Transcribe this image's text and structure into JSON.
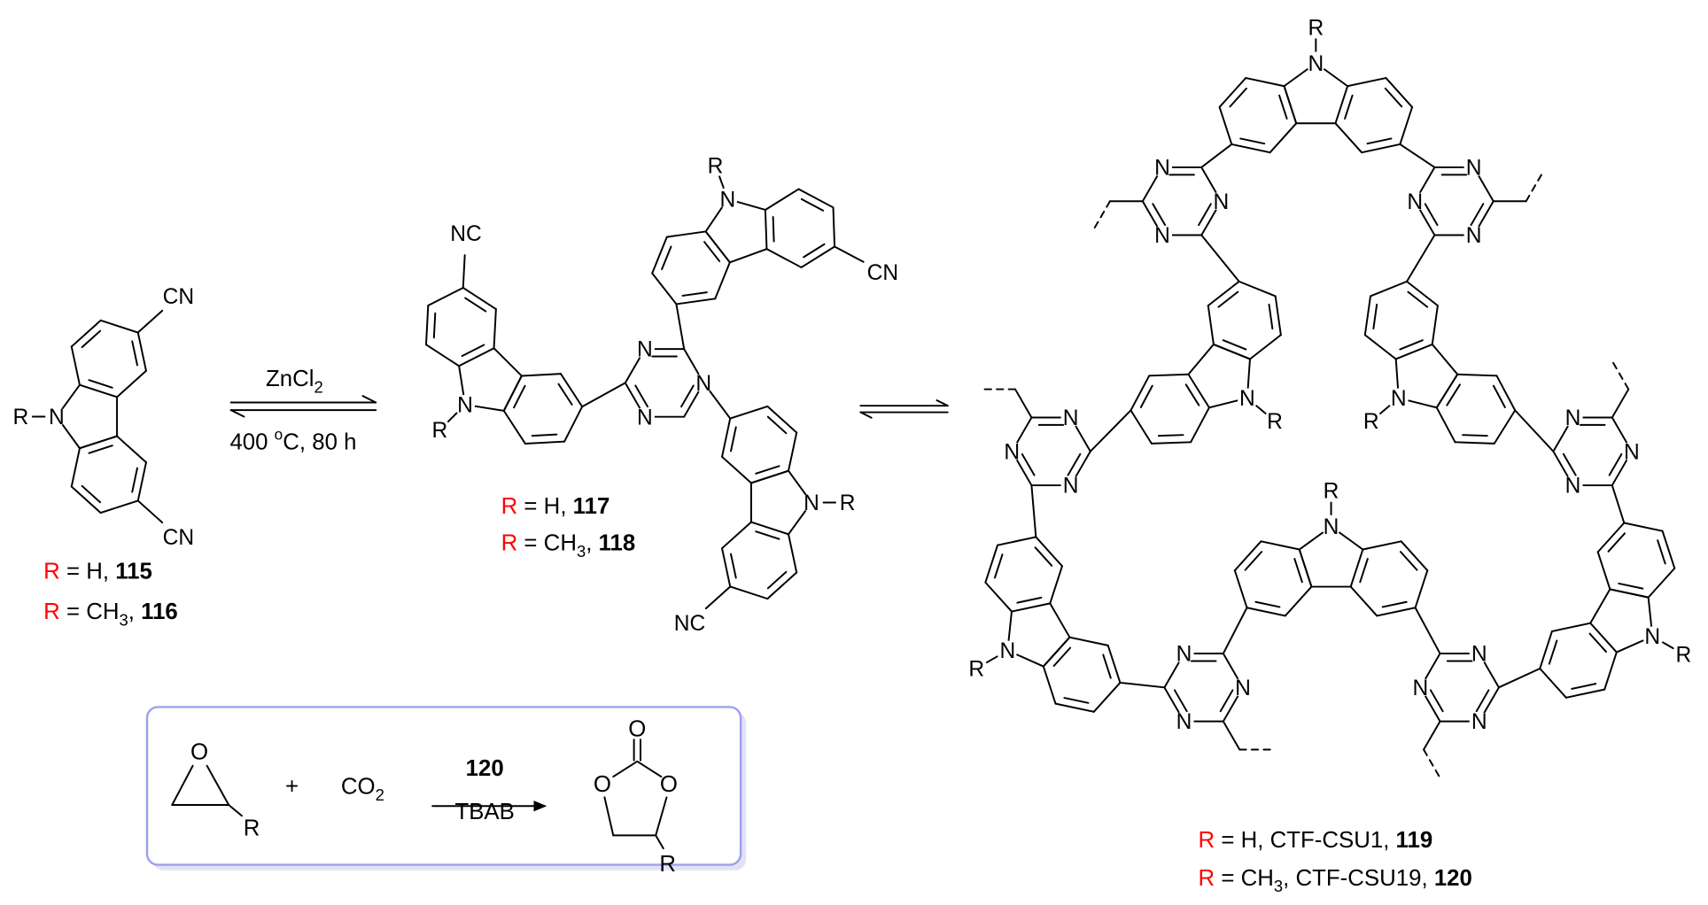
{
  "atoms": {
    "N": "N",
    "R": "R",
    "O": "O"
  },
  "groups": {
    "cn": "CN",
    "nc": "NC"
  },
  "colors": {
    "r_group": "#ff0000",
    "nitrogen": "#0000ff",
    "bond": "#000000",
    "inset_border": "#9fa0ee",
    "inset_shadow": "#e2e2f5"
  },
  "compounds": {
    "c115": {
      "r": "R",
      "rest": " = H, ",
      "num": "115"
    },
    "c116": {
      "r": "R",
      "rest": " = CH",
      "sub": "3",
      "rest2": ", ",
      "num": "116"
    },
    "c117": {
      "r": "R",
      "rest": " = H, ",
      "num": "117"
    },
    "c118": {
      "r": "R",
      "rest": " = CH",
      "sub": "3",
      "rest2": ", ",
      "num": "118"
    },
    "c119": {
      "r": "R",
      "rest": " = H, CTF-CSU1, ",
      "num": "119"
    },
    "c120": {
      "r": "R",
      "rest": " = CH",
      "sub": "3",
      "rest2": ", CTF-CSU19, ",
      "num": "120"
    }
  },
  "conditions": {
    "reagent": "ZnCl",
    "reagent_sub": "2",
    "temp": "400 ",
    "deg": "o",
    "temp_rest": "C, 80 h"
  },
  "inset": {
    "plus": "+",
    "co2": "CO",
    "co2_sub": "2",
    "catalyst": "120",
    "cocatalyst": "TBAB",
    "r": "R",
    "o": "O"
  }
}
